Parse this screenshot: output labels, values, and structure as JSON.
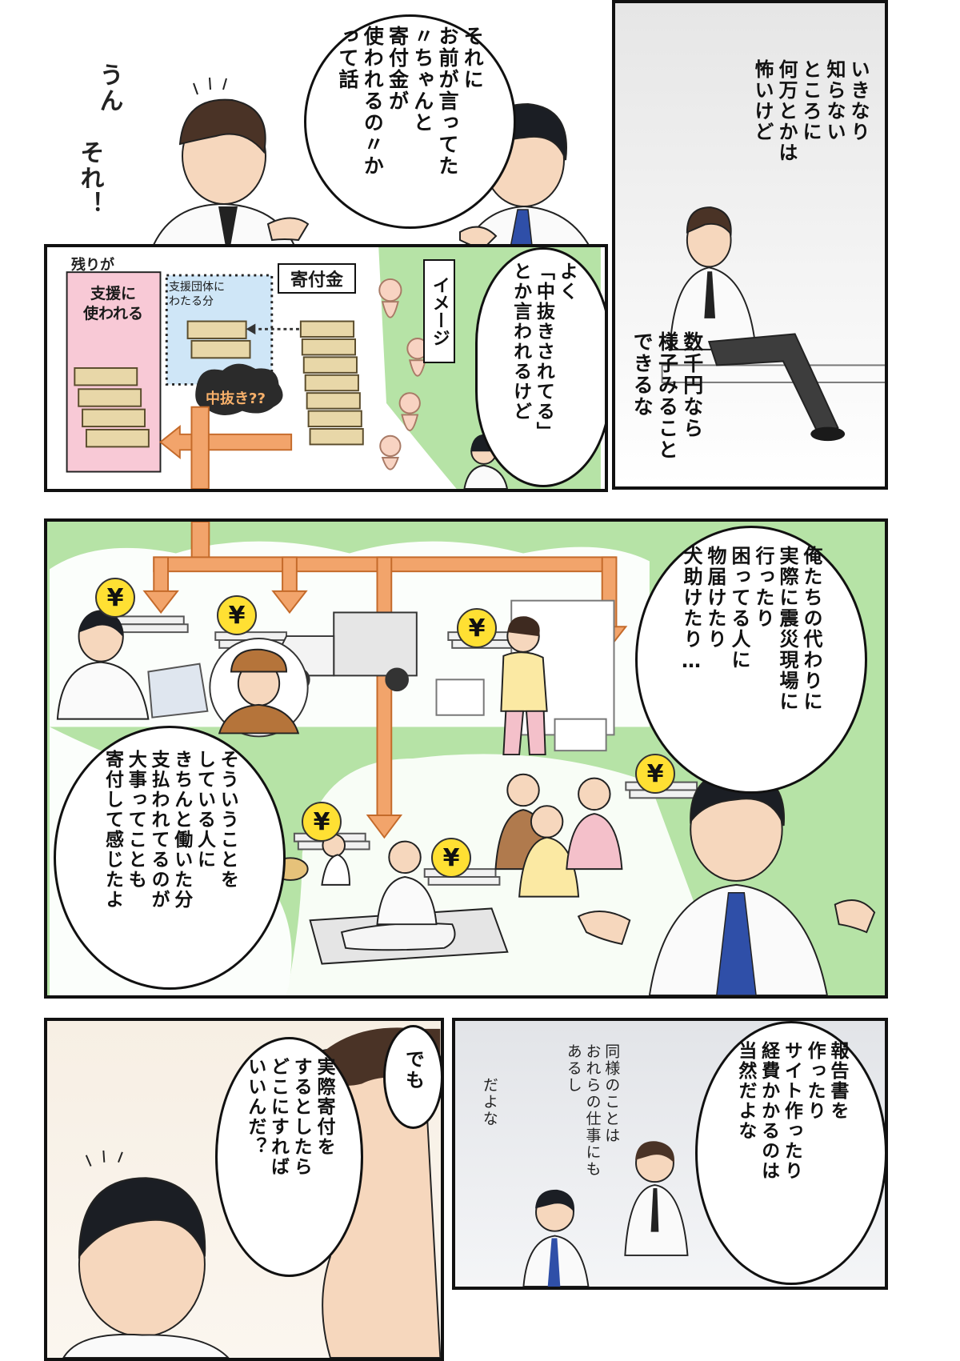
{
  "panel1": {
    "sfx_un": "うん",
    "sfx_sore": "それ！",
    "bubble_text": "それに\nお前が言ってた\n〃ちゃんと\n寄付金が\n使われるの〃か\nって話"
  },
  "panel2": {
    "caption_right": "いきなり\n知らない\nところに\n何万とかは\n怖いけど",
    "bubble_text": "数千円なら\n様子みること\nできるな"
  },
  "panel3": {
    "remaining_label": "残りが",
    "used_for_support": "支援に\n使われる",
    "to_group_label": "支援団体に\nわたる分",
    "donation_label": "寄付金",
    "nakanuki_label": "中抜き??",
    "image_label": "イメージ",
    "bubble_text": "よく\n「中抜きされてる」\nとか言われるけど"
  },
  "panel4": {
    "yen_symbol": "¥",
    "bubble_right": "俺たちの代わりに\n実際に震災現場に\n行ったり\n困ってる人に\n物届けたり\n犬助けたり…",
    "bubble_left": "そういうことを\nしている人に\nきちんと働いた分\n支払われてるのが\n大事ってことも\n寄付して感じたよ"
  },
  "panel5": {
    "bubble_small": "でも",
    "bubble_text": "実際寄付を\nするとしたら\nどこにすれば\nいいんだ？"
  },
  "panel6": {
    "bubble_text": "報告書を\n作ったり\nサイト作ったり\n経費かかるのは\n当然だよな",
    "handwritten_note": "同様のことは\nおれらの仕事にも\nあるし",
    "handwritten_dayona": "だよな"
  },
  "colors": {
    "green_bg": "#b6e3a6",
    "pink_box": "#f8c9d6",
    "sky_box": "#cfe6f7",
    "arrow_orange": "#f2a46b",
    "arrow_edge": "#c46a2a",
    "yen_yellow": "#ffe033",
    "tie_blue": "#2f4fa8",
    "gray_bg": "#e2e4e8"
  }
}
